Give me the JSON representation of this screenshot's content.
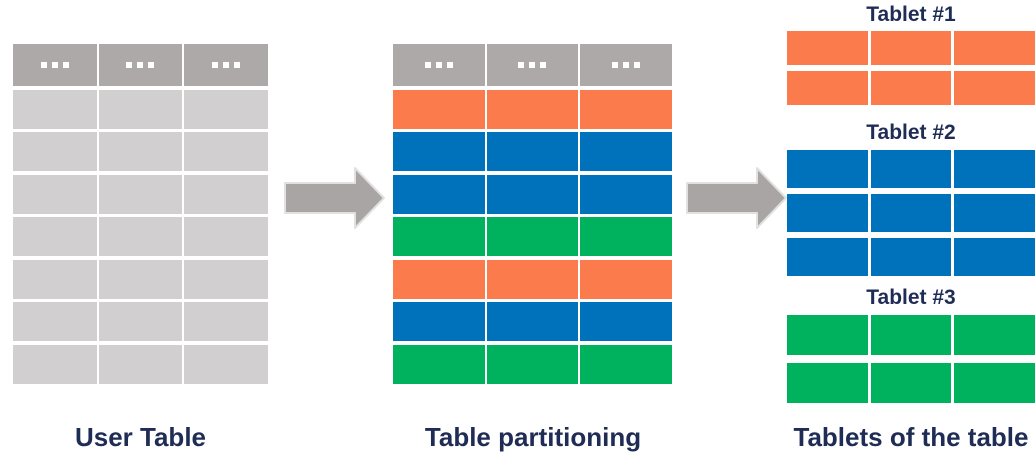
{
  "colors": {
    "background": "#ffffff",
    "header_gray": "#ada9a9",
    "row_gray": "#d1cfcf",
    "orange": "#fc7b4c",
    "blue": "#0071bb",
    "green": "#00b15d",
    "arrow": "#a9a5a5",
    "arrow_outline": "#e3e1e0",
    "text_navy": "#1f2c55",
    "dots_white": "#ffffff"
  },
  "user_table": {
    "caption": "User Table",
    "columns": 3,
    "header_placeholder": "...",
    "row_colors": [
      "row_gray",
      "row_gray",
      "row_gray",
      "row_gray",
      "row_gray",
      "row_gray",
      "row_gray"
    ]
  },
  "partitioned_table": {
    "caption": "Table partitioning",
    "columns": 3,
    "header_placeholder": "...",
    "row_colors": [
      "orange",
      "blue",
      "blue",
      "green",
      "orange",
      "blue",
      "green"
    ]
  },
  "tablets_section": {
    "caption": "Tablets of the table",
    "tablets": [
      {
        "label": "Tablet #1",
        "color": "orange",
        "rows": 2,
        "columns": 3
      },
      {
        "label": "Tablet #2",
        "color": "blue",
        "rows": 3,
        "columns": 3
      },
      {
        "label": "Tablet #3",
        "color": "green",
        "rows": 2,
        "columns": 3
      }
    ]
  }
}
